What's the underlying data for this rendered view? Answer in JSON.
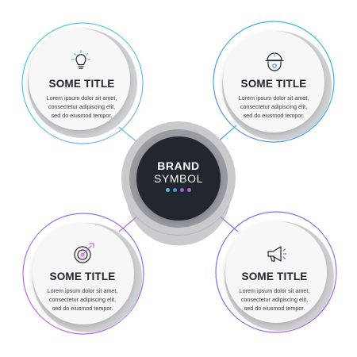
{
  "brand": {
    "line1": "BRAND",
    "line2": "SYMBOL",
    "dots": [
      "#3ec3d6",
      "#4f8fe0",
      "#8b68e6",
      "#b45fe3"
    ]
  },
  "colors": {
    "center_fill": "#23252f",
    "card_fill": "#f7f7f8",
    "ring_gray": "#c9cacd",
    "ring_dark_gray": "#9a9ba0",
    "text_dark": "#23252f"
  },
  "cards": [
    {
      "position": "top-left",
      "icon": "lightbulb-icon",
      "title": "SOME TITLE",
      "lines": [
        "Lorem ipsum dolor sit amet,",
        "consectetur adipiscing elit,",
        "sed do eiusmod tempor."
      ],
      "accent": [
        "#40d3db",
        "#7bb6f0"
      ]
    },
    {
      "position": "top-right",
      "icon": "worker-helmet-gear-icon",
      "title": "SOME TITLE",
      "lines": [
        "Lorem ipsum dolor sit amet,",
        "consectetur adipiscing elit,",
        "sed do eiusmod tempor."
      ],
      "accent": [
        "#3ec3d6",
        "#5a8fe4"
      ]
    },
    {
      "position": "bottom-left",
      "icon": "target-arrow-icon",
      "title": "SOME TITLE",
      "lines": [
        "Lorem ipsum dolor sit amet,",
        "consectetur adipiscing elit,",
        "sed do eiusmod tempor."
      ],
      "accent": [
        "#c467e7",
        "#8d6fe8"
      ]
    },
    {
      "position": "bottom-right",
      "icon": "megaphone-icon",
      "title": "SOME TITLE",
      "lines": [
        "Lorem ipsum dolor sit amet,",
        "consectetur adipiscing elit,",
        "sed do eiusmod tempor."
      ],
      "accent": [
        "#7b6de8",
        "#b565e6"
      ]
    }
  ]
}
